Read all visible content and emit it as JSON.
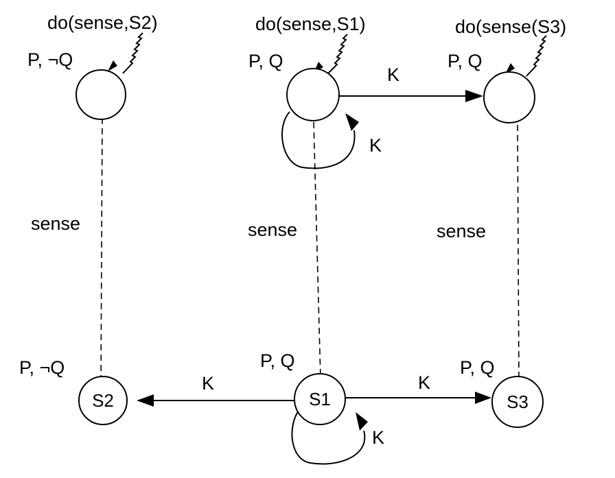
{
  "diagram": {
    "situation_labels": {
      "do_s2": "do(sense,S2)",
      "do_s1": "do(sense,S1)",
      "do_s3": "do(sense(S3)"
    },
    "fluent_labels": {
      "top_left": "P, ¬Q",
      "top_middle": "P, Q",
      "top_right": "P, Q",
      "bottom_left": "P, ¬Q",
      "bottom_middle": "P, Q",
      "bottom_right": "P, Q"
    },
    "action_labels": {
      "left": "sense",
      "middle": "sense",
      "right": "sense"
    },
    "relation_labels": {
      "top_arrow": "K",
      "top_loop": "K",
      "bottom_left_arrow": "K",
      "bottom_right_arrow": "K",
      "bottom_loop": "K"
    },
    "node_labels": {
      "s2": "S2",
      "s1": "S1",
      "s3": "S3"
    },
    "colors": {
      "stroke": "#000000",
      "background": "#ffffff"
    }
  }
}
